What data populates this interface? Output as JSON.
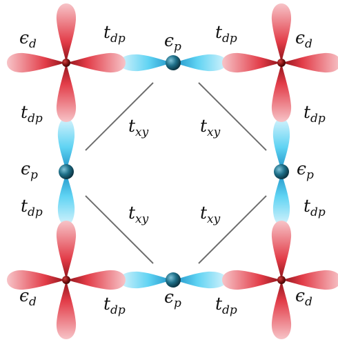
{
  "labels": {
    "ed_main": "ϵ",
    "ed_sub": "d",
    "ep_main": "ϵ",
    "ep_sub": "p",
    "tdp_main": "t",
    "tdp_sub": "dp",
    "txy_main": "t",
    "txy_sub": "xy"
  },
  "colors": {
    "d_orbital": "#e23c48",
    "p_orbital": "#52cdee",
    "d_atom": "#7a1010",
    "p_atom": "#1e5f75",
    "bond_line": "#6d6d6d"
  }
}
